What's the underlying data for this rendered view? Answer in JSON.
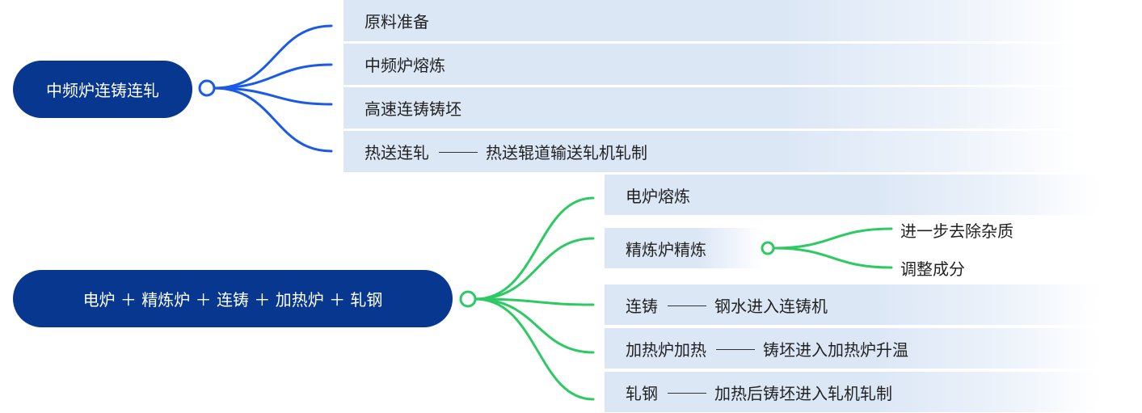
{
  "colors": {
    "root_fill": "#07378e",
    "blue_branch": "#1a5ae6",
    "green_branch": "#2dca63",
    "bar_fill": "#dce7f6"
  },
  "tree1": {
    "root": "中频炉连铸连轧",
    "items": [
      {
        "label": "原料准备",
        "detail": ""
      },
      {
        "label": "中频炉熔炼",
        "detail": ""
      },
      {
        "label": "高速连铸铸坯",
        "detail": ""
      },
      {
        "label": "热送连轧",
        "detail": "热送辊道输送轧机轧制"
      }
    ]
  },
  "tree2": {
    "root": "电炉 ＋ 精炼炉 ＋ 连铸 ＋ 加热炉 ＋ 轧钢",
    "items": [
      {
        "label": "电炉熔炼",
        "detail": ""
      },
      {
        "label": "精炼炉精炼",
        "detail": "",
        "children": [
          "进一步去除杂质",
          "调整成分"
        ]
      },
      {
        "label": "连铸",
        "detail": "钢水进入连铸机"
      },
      {
        "label": "加热炉加热",
        "detail": "铸坯进入加热炉升温"
      },
      {
        "label": "轧钢",
        "detail": "加热后铸坯进入轧机轧制"
      }
    ]
  }
}
